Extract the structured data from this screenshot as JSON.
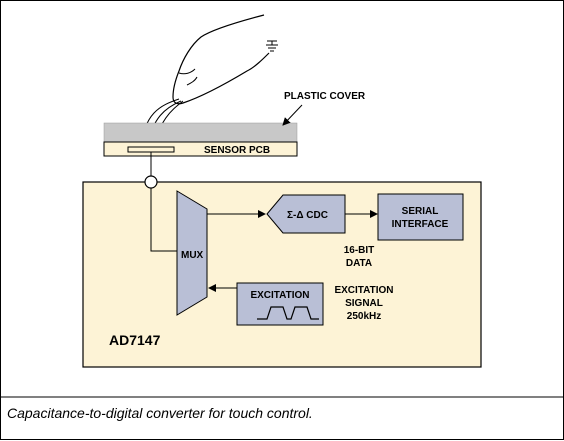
{
  "diagram": {
    "plastic_cover_label": "PLASTIC COVER",
    "sensor_pcb_label": "SENSOR PCB",
    "mux_label": "MUX",
    "cdc_label": "Σ-Δ  CDC",
    "serial_interface_line1": "SERIAL",
    "serial_interface_line2": "INTERFACE",
    "data_line1": "16-BIT",
    "data_line2": "DATA",
    "excitation_label": "EXCITATION",
    "excitation_signal_line1": "EXCITATION",
    "excitation_signal_line2": "SIGNAL",
    "excitation_signal_line3": "250kHz",
    "chip_label": "AD7147"
  },
  "caption": "Capacitance-to-digital converter for touch control.",
  "colors": {
    "chip_fill": "#fdf3d6",
    "block_fill": "#b9bfd6",
    "cover_fill": "#c8c8c8"
  }
}
